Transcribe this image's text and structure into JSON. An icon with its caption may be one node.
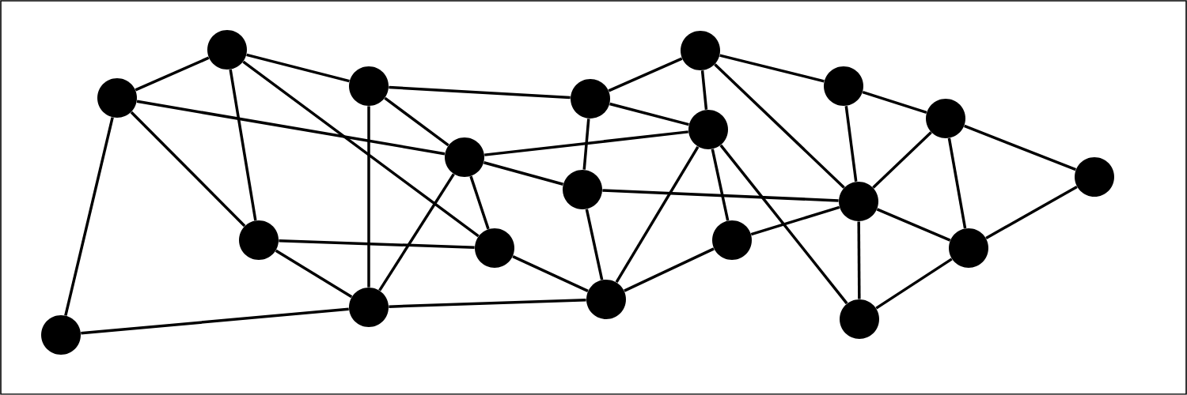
{
  "diagram": {
    "nodes": [
      {
        "text": [],
        "shape": "circle"
      },
      {
        "text": [],
        "shape": "circle"
      },
      {
        "text": [],
        "shape": "circle"
      },
      {
        "text": [],
        "shape": "circle"
      },
      {
        "text": [],
        "shape": "circle"
      },
      {
        "text": [],
        "shape": "circle"
      },
      {
        "text": [],
        "shape": "circle"
      },
      {
        "text": [],
        "shape": "circle"
      },
      {
        "text": [],
        "shape": "circle"
      },
      {
        "text": [],
        "shape": "circle"
      },
      {
        "text": [],
        "shape": "circle"
      },
      {
        "text": [],
        "shape": "circle"
      },
      {
        "text": [],
        "shape": "circle"
      },
      {
        "text": [],
        "shape": "circle"
      },
      {
        "text": [],
        "shape": "circle"
      },
      {
        "text": [],
        "shape": "circle"
      },
      {
        "text": [],
        "shape": "circle"
      },
      {
        "text": [],
        "shape": "circle"
      },
      {
        "text": [],
        "shape": "circle"
      },
      {
        "text": [],
        "shape": "circle"
      }
    ],
    "edges": [
      {
        "from": 4,
        "to": 0,
        "arrow": "none"
      },
      {
        "from": 0,
        "to": 2,
        "arrow": "none"
      },
      {
        "from": 0,
        "to": 12,
        "arrow": "none"
      },
      {
        "from": 0,
        "to": 14,
        "arrow": "none"
      },
      {
        "from": 4,
        "to": 8,
        "arrow": "none"
      },
      {
        "from": 4,
        "to": 12,
        "arrow": "none"
      },
      {
        "from": 4,
        "to": 19,
        "arrow": "none"
      },
      {
        "from": 2,
        "to": 5,
        "arrow": "none"
      },
      {
        "from": 2,
        "to": 17,
        "arrow": "none"
      },
      {
        "from": 2,
        "to": 8,
        "arrow": "none"
      },
      {
        "from": 5,
        "to": 1,
        "arrow": "none"
      },
      {
        "from": 5,
        "to": 7,
        "arrow": "none"
      },
      {
        "from": 5,
        "to": 10,
        "arrow": "none"
      },
      {
        "from": 1,
        "to": 7,
        "arrow": "none"
      },
      {
        "from": 1,
        "to": 3,
        "arrow": "none"
      },
      {
        "from": 1,
        "to": 11,
        "arrow": "none"
      },
      {
        "from": 3,
        "to": 6,
        "arrow": "none"
      },
      {
        "from": 3,
        "to": 11,
        "arrow": "none"
      },
      {
        "from": 6,
        "to": 9,
        "arrow": "none"
      },
      {
        "from": 6,
        "to": 11,
        "arrow": "none"
      },
      {
        "from": 6,
        "to": 15,
        "arrow": "none"
      },
      {
        "from": 7,
        "to": 8,
        "arrow": "none"
      },
      {
        "from": 7,
        "to": 16,
        "arrow": "none"
      },
      {
        "from": 7,
        "to": 13,
        "arrow": "none"
      },
      {
        "from": 7,
        "to": 18,
        "arrow": "none"
      },
      {
        "from": 8,
        "to": 10,
        "arrow": "none"
      },
      {
        "from": 8,
        "to": 14,
        "arrow": "none"
      },
      {
        "from": 8,
        "to": 17,
        "arrow": "none"
      },
      {
        "from": 10,
        "to": 11,
        "arrow": "none"
      },
      {
        "from": 10,
        "to": 16,
        "arrow": "none"
      },
      {
        "from": 11,
        "to": 13,
        "arrow": "none"
      },
      {
        "from": 11,
        "to": 15,
        "arrow": "none"
      },
      {
        "from": 11,
        "to": 18,
        "arrow": "none"
      },
      {
        "from": 9,
        "to": 15,
        "arrow": "none"
      },
      {
        "from": 15,
        "to": 18,
        "arrow": "none"
      },
      {
        "from": 12,
        "to": 14,
        "arrow": "none"
      },
      {
        "from": 12,
        "to": 17,
        "arrow": "none"
      },
      {
        "from": 14,
        "to": 16,
        "arrow": "none"
      },
      {
        "from": 17,
        "to": 16,
        "arrow": "none"
      },
      {
        "from": 17,
        "to": 19,
        "arrow": "none"
      },
      {
        "from": 16,
        "to": 13,
        "arrow": "none"
      }
    ]
  }
}
